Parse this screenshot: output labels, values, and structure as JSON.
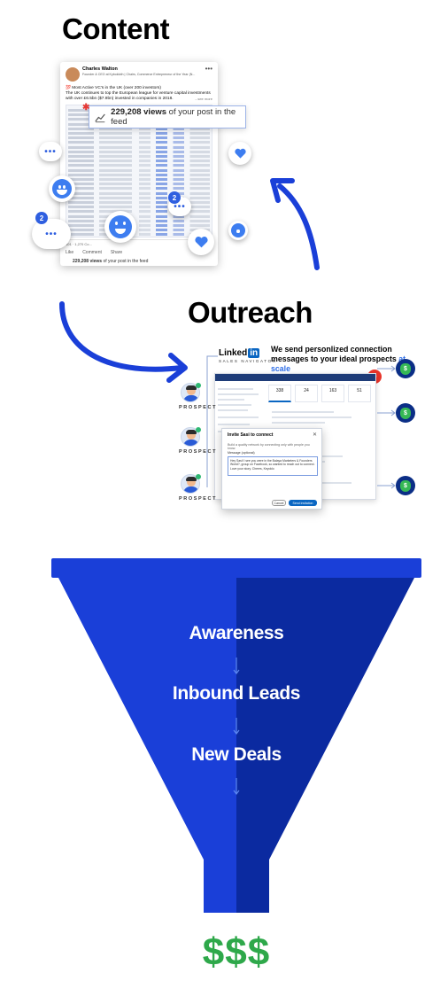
{
  "headings": {
    "content": "Content",
    "outreach": "Outreach"
  },
  "post": {
    "author": "Charles Walton",
    "headline": "Founder & CEO at Kyboldoth | Chairs, Commerce Entrepreneur of the Year (N...",
    "text_line1": "💯 Most Active VC's in the UK (over 200 investors)",
    "text_line2": "The UK continues to top the European league for venture capital investments with over £6.5bn ($7.9bn) invested in companies in 2018.",
    "see_more": "...see more",
    "reactions": "401 · 1,270 Co...",
    "actions": {
      "like": "Like",
      "comment": "Comment",
      "share": "Share"
    },
    "views_footer_bold": "229,208 views",
    "views_footer_rest": " of your post in the feed"
  },
  "views_callout": {
    "bold": "229,208 views",
    "rest": " of your post in the feed"
  },
  "badges": {
    "left": "2",
    "mid": "2",
    "notify": "9"
  },
  "sales_navigator": {
    "brand": "Linked",
    "brand_in": "in",
    "sub": "SALES NAVIGATOR",
    "tagline": "We send personlized connection messages to your ideal prospects ",
    "tagline_accent": "at scale",
    "stats": [
      "338",
      "24",
      "163",
      "51"
    ],
    "invite": {
      "title": "Invite Sasi to connect",
      "body": "Build a quality network by connecting only with people you know.",
      "label": "Message (optional)",
      "message": "Hey Sasi! I see you were in the Balaya Marketers & Founders World?, group on Facebook, so wanted to reach out to connect. Love your story. Cheers, Keyoklo",
      "cancel": "Cancel",
      "send": "Send invitation"
    },
    "prospects": [
      "PROSPECT",
      "PROSPECT",
      "PROSPECT"
    ],
    "money": "$"
  },
  "funnel": {
    "stages": [
      "Awareness",
      "Inbound Leads",
      "New Deals"
    ],
    "colors": {
      "left": "#1a3fd8",
      "right": "#0b2aa0",
      "rim": "#1a3fd8"
    }
  },
  "result": "$$$"
}
